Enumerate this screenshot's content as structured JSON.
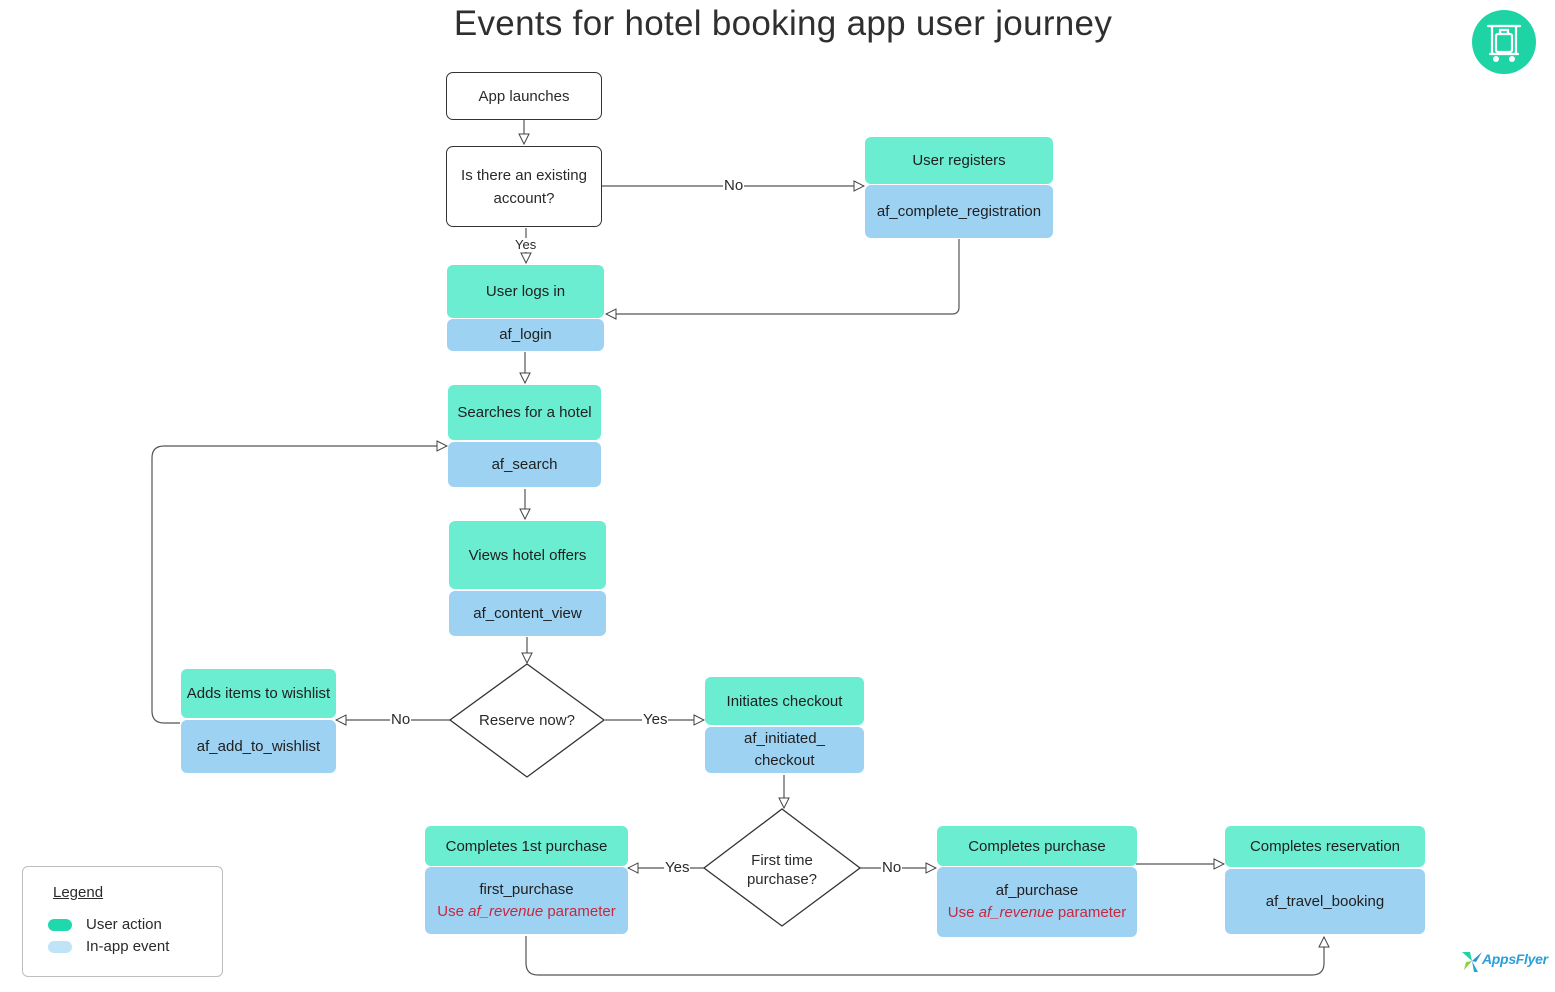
{
  "title": "Events for hotel booking app user journey",
  "nodes": {
    "app_launches": "App launches",
    "existing_account": "Is there an existing account?",
    "user_registers": "User registers",
    "af_complete_registration": "af_complete_registration",
    "user_logs_in": "User logs in",
    "af_login": "af_login",
    "searches_hotel": "Searches for a hotel",
    "af_search": "af_search",
    "views_offers": "Views hotel offers",
    "af_content_view": "af_content_view",
    "reserve_now": "Reserve now?",
    "adds_wishlist": "Adds items to wishlist",
    "af_add_to_wishlist": "af_add_to_wishlist",
    "initiates_checkout": "Initiates checkout",
    "af_initiated_checkout_1": "af_initiated_",
    "af_initiated_checkout_2": "checkout",
    "first_time_purchase": "First time purchase?",
    "completes_1st_purchase": "Completes 1st purchase",
    "first_purchase": "first_purchase",
    "completes_purchase": "Completes purchase",
    "af_purchase": "af_purchase",
    "completes_reservation": "Completes reservation",
    "af_travel_booking": "af_travel_booking",
    "revenue_use": "Use ",
    "revenue_param": "af_revenue",
    "revenue_suffix": " parameter"
  },
  "edge_labels": {
    "no": "No",
    "yes": "Yes"
  },
  "legend": {
    "title": "Legend",
    "user_action": "User action",
    "in_app_event": "In-app event"
  },
  "logo_text": "AppsFlyer",
  "colors": {
    "user_action": "#6aedd0",
    "in_app_event": "#9dd2f3",
    "revenue_text": "#c8283d",
    "badge": "#1fd4a4"
  }
}
